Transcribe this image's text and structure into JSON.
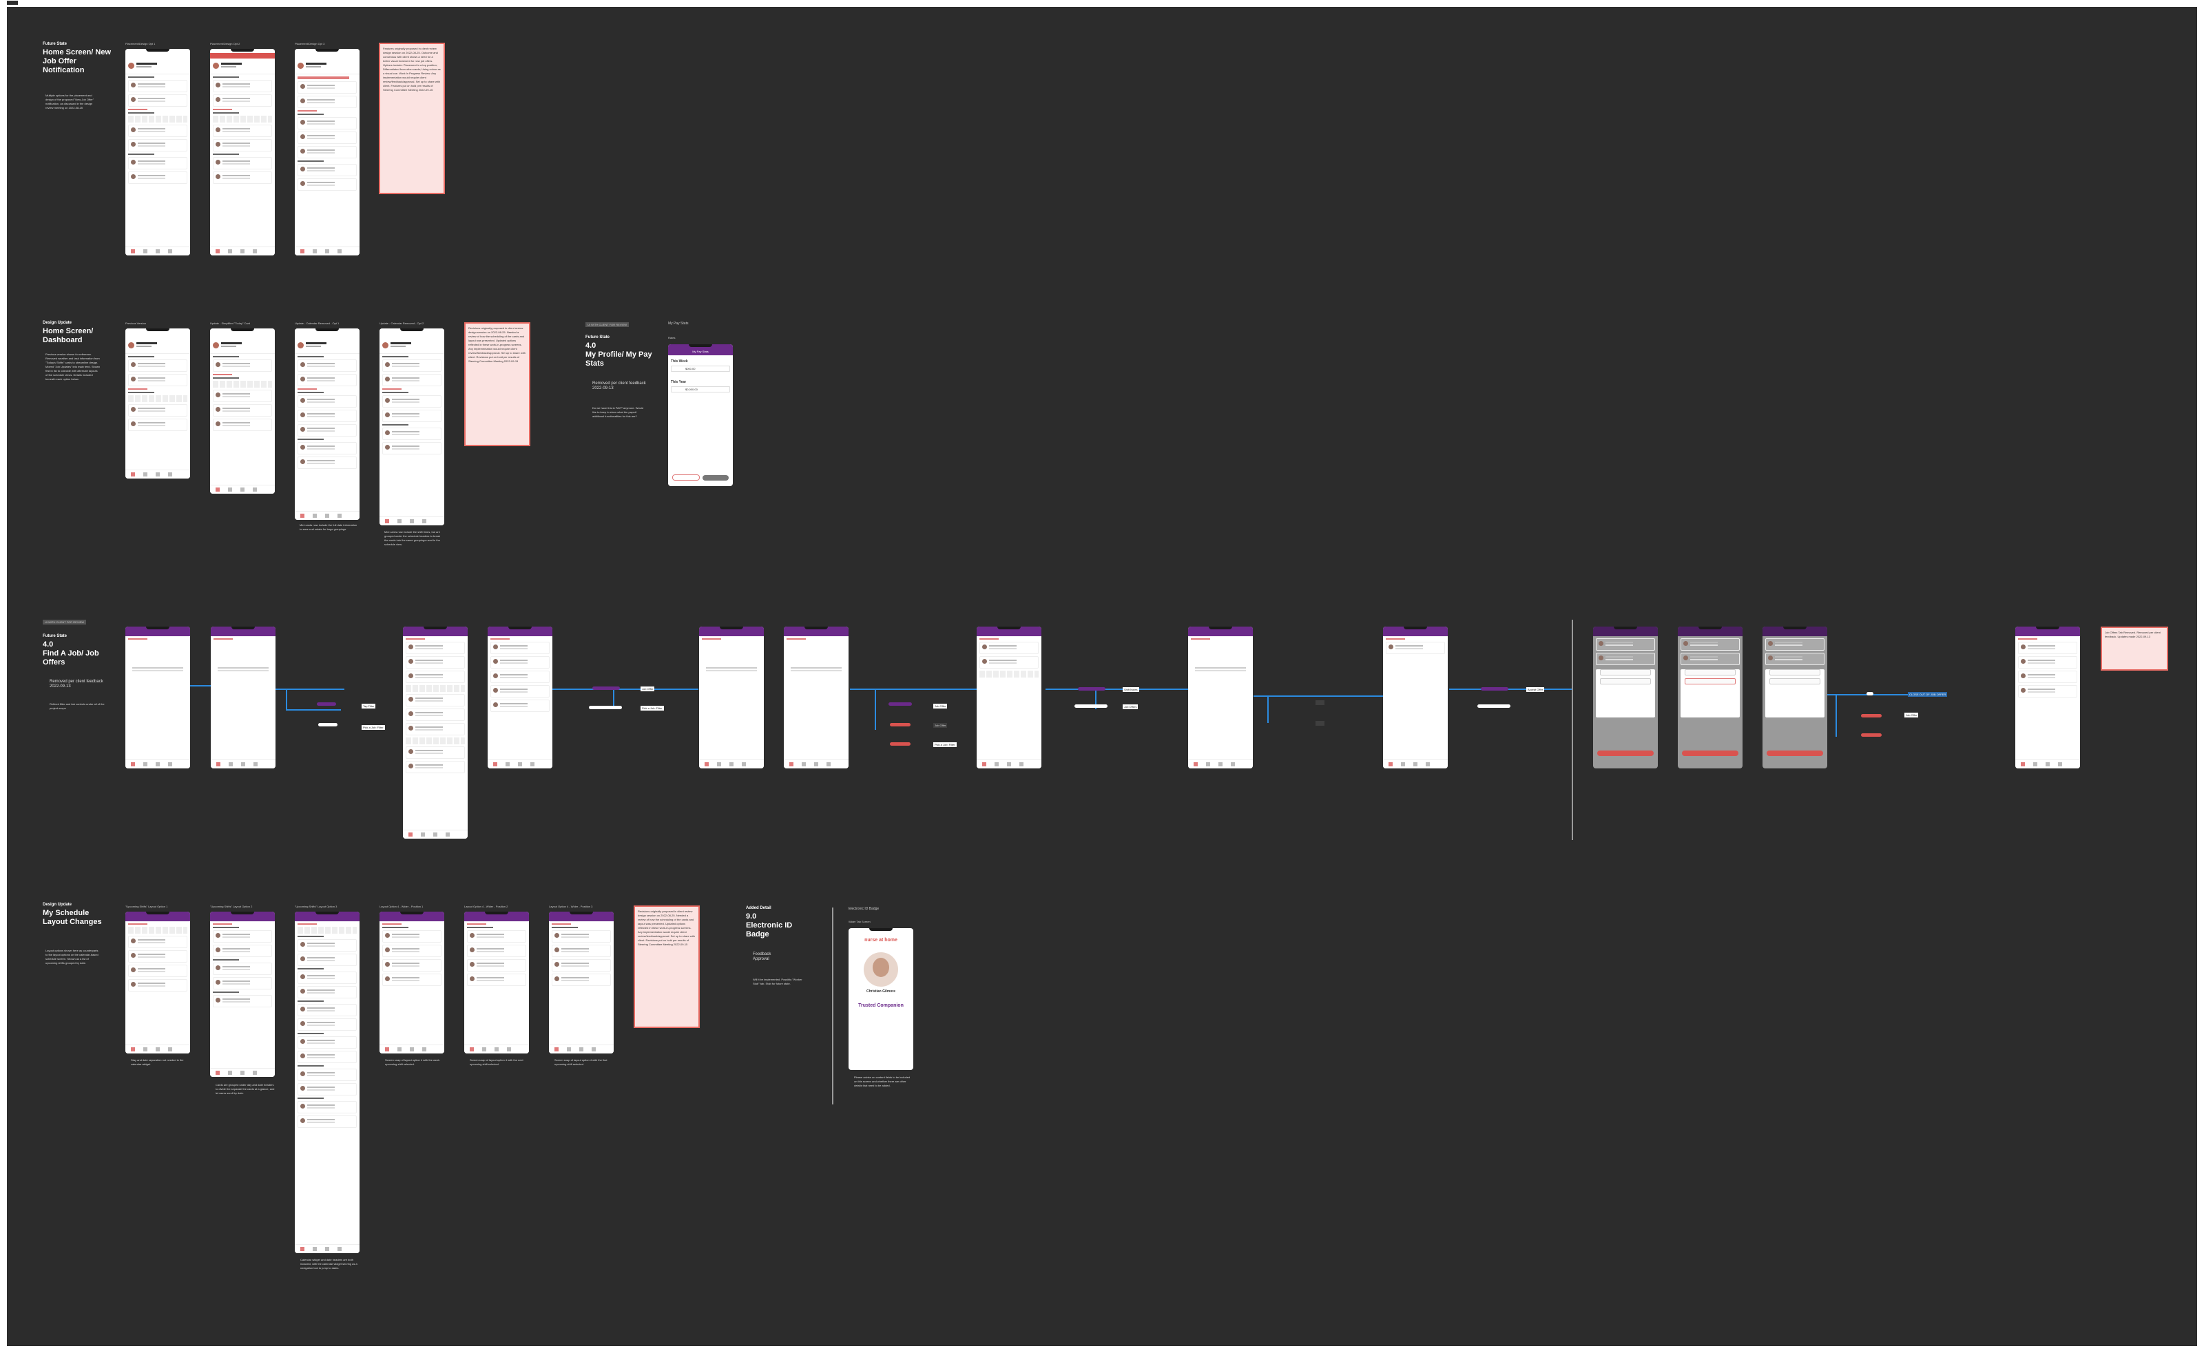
{
  "sections": {
    "home_job_offer": {
      "eyebrow": "Future State",
      "title": "Home Screen/ New Job Offer Notification",
      "notes": "Multiple options for the placement and design of the proposed \"New Job Offer\" notification, as discussed in the design review meeting on 2022-08-25",
      "labels": [
        "Placement/Design Opt 1",
        "Placement/Design Opt 2",
        "Placement/Design Opt 3"
      ],
      "note_box": "Features originally proposed in client review design session on 2022-08-25. Outcome and consensus with client shows a need for a better visual treatment for new job offers. Options include: Placement in a top position; Differentiated from other cards; Using colour as a visual cue. Work In Progress Review. Any implementation would require client review/feedback/approval. Set up to share with client. Features put on hold per results of Steering Committee Meeting 2022-09-15"
    },
    "home_dashboard": {
      "eyebrow": "Design Update",
      "title": "Home Screen/ Dashboard",
      "notes": "Previous version shown for reference. Removed weather and task information from \"Today's Shifts\" cards to streamline design. Moved \"Job Updates\" into main feed. Shown first in list to coincide with alternate layouts of the schedule views. Details included beneath each option below.",
      "labels": [
        "Previous Version",
        "Update - Simplified \"Today\" Card",
        "Update - Calendar Removed - Opt 1",
        "Update - Calendar Removed - Opt 2"
      ],
      "caption1": "Mini cards now include the full date information to save real estate for large groupings.",
      "caption2": "Mini cards now include the shift times, but are grouped under the schedule headers to break the cards into the same groupings used in the schedule view.",
      "note_box": "Revisions originally proposed in client review design session on 2022-08-25. Needed a review of how the scheduling of the cards and layout was presented. Updated options reflected in these work-in-progress screens. Any implementation would require client review/feedback/approval. Set up to share with client. Revisions put on hold per results of Steering Committee Meeting 2022-09-15"
    },
    "pay_stats": {
      "tag": "UI WITH CLIENT FOR REVIEW",
      "eyebrow": "Future State",
      "number": "4.0",
      "title": "My Profile/ My Pay Stats",
      "bullet": "Removed per client feedback 2022-09-13",
      "notes": "Do we have this in PAYP anymore. Would like to keep to show what the payroll additional functionalities for this are?",
      "label": "My Pay Stats",
      "sublabel": "Rates",
      "phone_title": "My Pay Stats",
      "sec1": "This Week",
      "sec2": "This Year",
      "val1": "$000.00",
      "val2": "$0,000.00"
    },
    "find_job": {
      "tag": "UI WITH CLIENT FOR REVIEW",
      "eyebrow": "Future State",
      "number": "4.0",
      "title": "Find A Job/ Job Offers",
      "bullet": "Removed per client feedback 2022-09-13",
      "notes": "Refined filter and tab controls under all of the project scope",
      "chips": [
        "Tap Filter",
        "Pick a Job: Filter",
        "Job Offer",
        "Pick a Job: Filter",
        "Job Offer",
        "Job Offer",
        "Pick a Job: Filter",
        "Shift Notes",
        "Job Offers",
        "Accept Offer",
        "CLOSE OUT OF JOB OFFER",
        "Job Offer"
      ],
      "note_box": "Job Offers Tab Removed. Removed per client feedback. Updates made 2022-09-13"
    },
    "my_schedule": {
      "eyebrow": "Design Update",
      "title": "My Schedule Layout Changes",
      "notes": "Layout options shown here as counterparts to the layout options on the calendar-based schedule screen. Shown as a list of upcoming shifts grouped by date.",
      "labels": [
        "\"Upcoming Shifts\" Layout Option 1",
        "\"Upcoming Shifts\" Layout Option 2",
        "\"Upcoming Shifts\" Layout Option 3",
        "Layout Option 4 - Wider - Position 1",
        "Layout Option 4 - Wider - Position 2",
        "Layout Option 4 - Wider - Position 3"
      ],
      "captions": [
        "Stay and date separation not needed in the calendar widget.",
        "Cards are grouped under day and date headers to divide the separate the cards at a glance, and let users scroll by date.",
        "Calendar widget and date headers are both included, with the calendar widget serving as a navigation tool to jump to dates.",
        "Screen snap of layout option 4 with the week upcoming shift selected.",
        "Screen snap of layout option 4 with the next upcoming shift selected.",
        "Screen snap of layout option 4 with the first upcoming shift selected."
      ],
      "note_box": "Revisions originally proposed in client review design session on 2022-08-25. Needed a review of how the scheduling of the cards and layout was presented. Updated options reflected in these work-in-progress screens. Any implementation would require client review/feedback/approval. Set up to share with client. Revisions put on hold per results of Steering Committee Meeting 2022-09-15"
    },
    "badge": {
      "eyebrow": "Added Detail",
      "number": "9.0",
      "title": "Electronic ID Badge",
      "bullets": [
        "Feedback",
        "Approval"
      ],
      "notes": "Will it be implemented. Possibly \"Worker Stub\" tab. Stub for future state.",
      "label": "Electronic ID Badge",
      "sublabel": "Wider Tab Screen",
      "logo": "nurse at home",
      "person": "Christian Gilmore",
      "role": "Trusted Companion",
      "caption": "Please advise on content fields to be included on this screen and whether there are other details that need to be added."
    }
  }
}
